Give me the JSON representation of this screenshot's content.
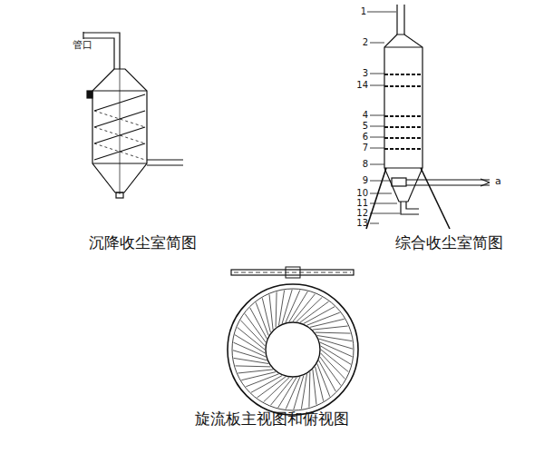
{
  "diagram": {
    "labels": [
      "管口",
      "沉降收尘室简图",
      "1",
      "2",
      "3",
      "14",
      "4",
      "5",
      "6",
      "7",
      "8",
      "9",
      "10",
      "11",
      "12",
      "13",
      "a",
      "综合收尘室简图",
      "旋流板主视图和俯视图"
    ]
  }
}
